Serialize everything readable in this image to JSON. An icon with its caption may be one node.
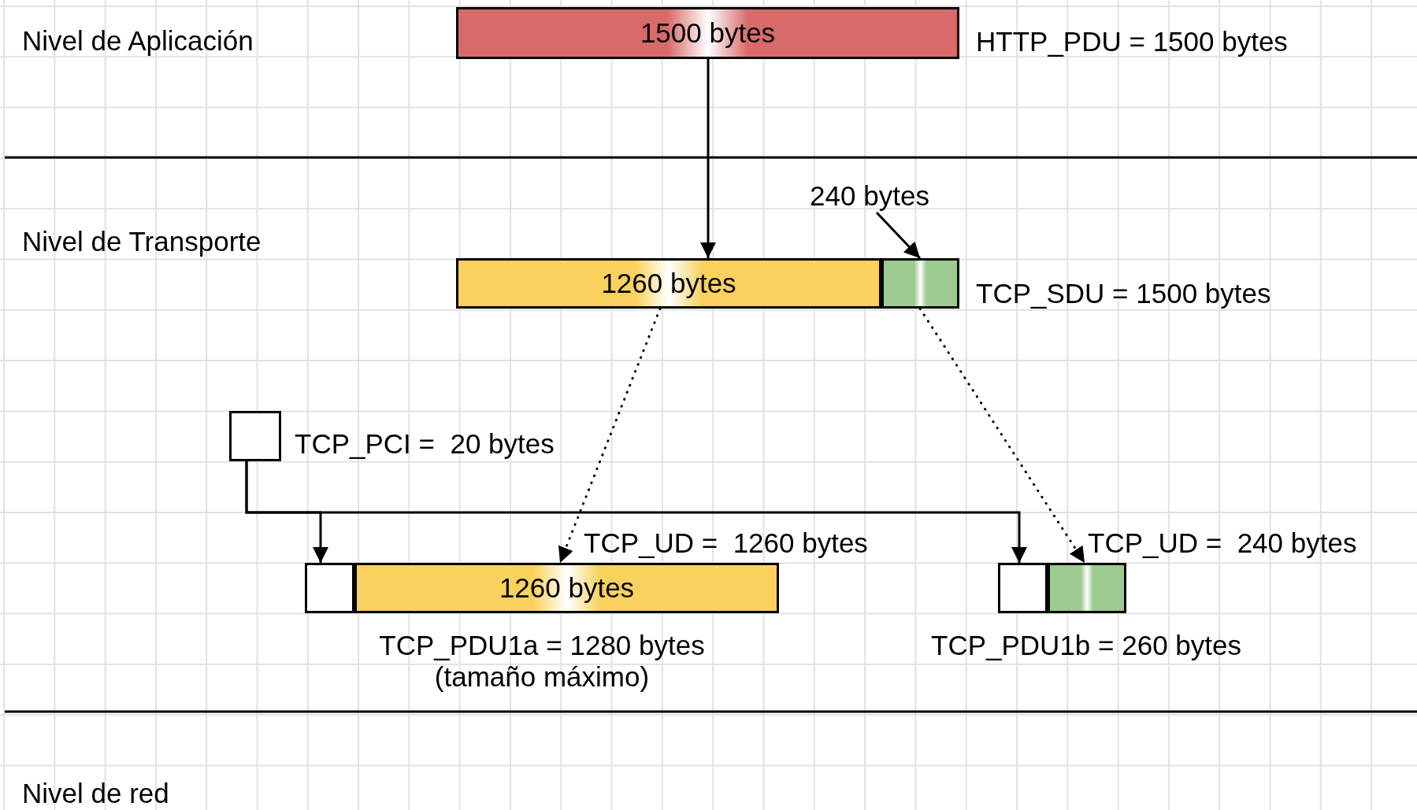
{
  "diagram": {
    "nodes": [
      {
        "text": [
          "1500 bytes"
        ]
      },
      {
        "text": [
          "1260 bytes"
        ]
      },
      {
        "text": [],
        "shape": "box"
      },
      {
        "text": [
          "240 bytes"
        ]
      },
      {
        "text": [],
        "shape": "box",
        "beside": [
          "TCP_PCI =  20 bytes"
        ]
      },
      {
        "text": [],
        "shape": "box"
      },
      {
        "text": [
          "1260 bytes"
        ]
      },
      {
        "text": [],
        "shape": "box"
      },
      {
        "text": [],
        "shape": "box"
      }
    ],
    "edges": [
      {
        "from": 0,
        "to": 1,
        "arrow": "to"
      },
      {
        "from": 3,
        "to": 2,
        "arrow": "to"
      },
      {
        "from": 1,
        "to": 6,
        "arrow": "to",
        "style": "dashed"
      },
      {
        "from": 2,
        "to": 8,
        "arrow": "to",
        "style": "dashed"
      },
      {
        "from": 4,
        "to": 5,
        "arrow": "to"
      },
      {
        "from": 4,
        "to": 7,
        "arrow": "to"
      }
    ],
    "labels": [
      "Nivel de Aplicación",
      "HTTP_PDU = 1500 bytes",
      "Nivel de Transporte",
      "TCP_SDU = 1500 bytes",
      "TCP_UD =  1260 bytes",
      "TCP_UD =  240 bytes",
      "TCP_PDU1a = 1280 bytes (tamaño máximo)",
      "TCP_PDU1b = 260 bytes",
      "Nivel de red"
    ]
  }
}
